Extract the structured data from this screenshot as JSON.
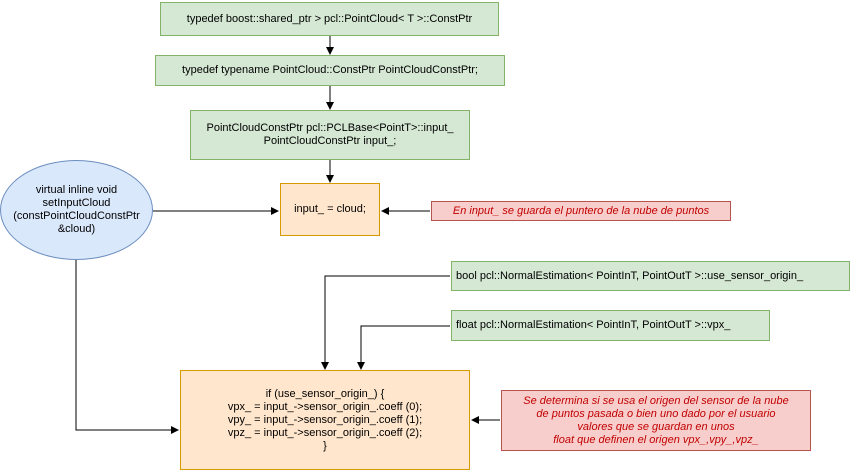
{
  "nodes": {
    "typedef_ptr": "typedef boost::shared_ptr > pcl::PointCloud< T >::ConstPtr",
    "typedef_cloud": "typedef typename PointCloud::ConstPtr PointCloudConstPtr;",
    "pclbase_input": "PointCloudConstPtr pcl::PCLBase<PointT>::input_\nPointCloudConstPtr input_;",
    "set_input_cloud": "virtual inline void\nsetInputCloud\n(constPointCloudConstPtr\n&cloud)",
    "assign_input": "input_ = cloud;",
    "note_input": "En input_ se guarda el puntero de la nube de puntos",
    "use_sensor_origin": "bool pcl::NormalEstimation< PointInT, PointOutT >::use_sensor_origin_",
    "vpx": "float pcl::NormalEstimation< PointInT, PointOutT >::vpx_",
    "code_block": "if (use_sensor_origin_) {\nvpx_ = input_->sensor_origin_.coeff (0);\nvpy_ = input_->sensor_origin_.coeff (1);\nvpz_ = input_->sensor_origin_.coeff (2);\n}",
    "note_origin": "Se determina si se usa el origen del sensor de la nube\nde puntos pasada o bien uno dado por el usuario\nvalores que se guardan en unos\nfloat que definen el origen vpx_,vpy_,vpz_"
  },
  "colors": {
    "green_fill": "#d5e8d4",
    "green_stroke": "#82b366",
    "orange_fill": "#ffe6cc",
    "orange_stroke": "#d79b00",
    "red_fill": "#f8cecc",
    "red_stroke": "#b85450",
    "blue_fill": "#dae8fc",
    "blue_stroke": "#6c8ebf",
    "note_text": "#c00000"
  }
}
